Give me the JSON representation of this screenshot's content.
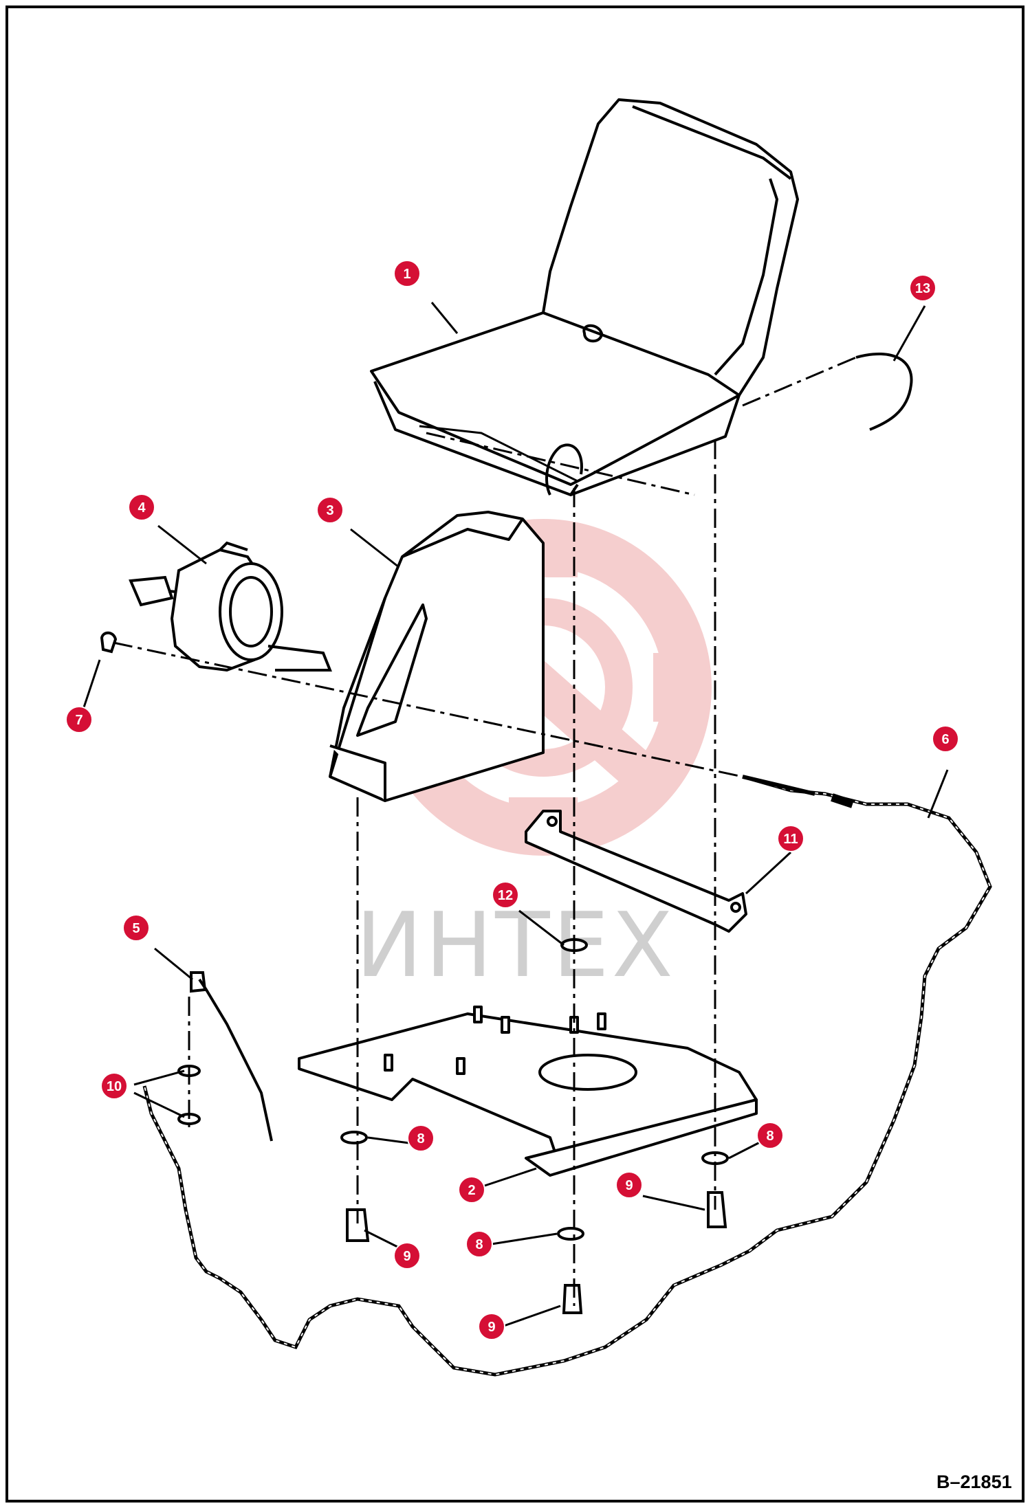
{
  "drawing_number": "B–21851",
  "watermark_text": "ИНТЕХ",
  "colors": {
    "callout": "#d50f35",
    "line": "#000000",
    "watermark": "#f4c9c9"
  },
  "callouts": [
    {
      "id": "callout-1",
      "label": "1"
    },
    {
      "id": "callout-2",
      "label": "2"
    },
    {
      "id": "callout-3",
      "label": "3"
    },
    {
      "id": "callout-4",
      "label": "4"
    },
    {
      "id": "callout-5",
      "label": "5"
    },
    {
      "id": "callout-6",
      "label": "6"
    },
    {
      "id": "callout-7",
      "label": "7"
    },
    {
      "id": "callout-8a",
      "label": "8"
    },
    {
      "id": "callout-8b",
      "label": "8"
    },
    {
      "id": "callout-8c",
      "label": "8"
    },
    {
      "id": "callout-9a",
      "label": "9"
    },
    {
      "id": "callout-9b",
      "label": "9"
    },
    {
      "id": "callout-9c",
      "label": "9"
    },
    {
      "id": "callout-10",
      "label": "10"
    },
    {
      "id": "callout-11",
      "label": "11"
    },
    {
      "id": "callout-12",
      "label": "12"
    },
    {
      "id": "callout-13",
      "label": "13"
    }
  ]
}
